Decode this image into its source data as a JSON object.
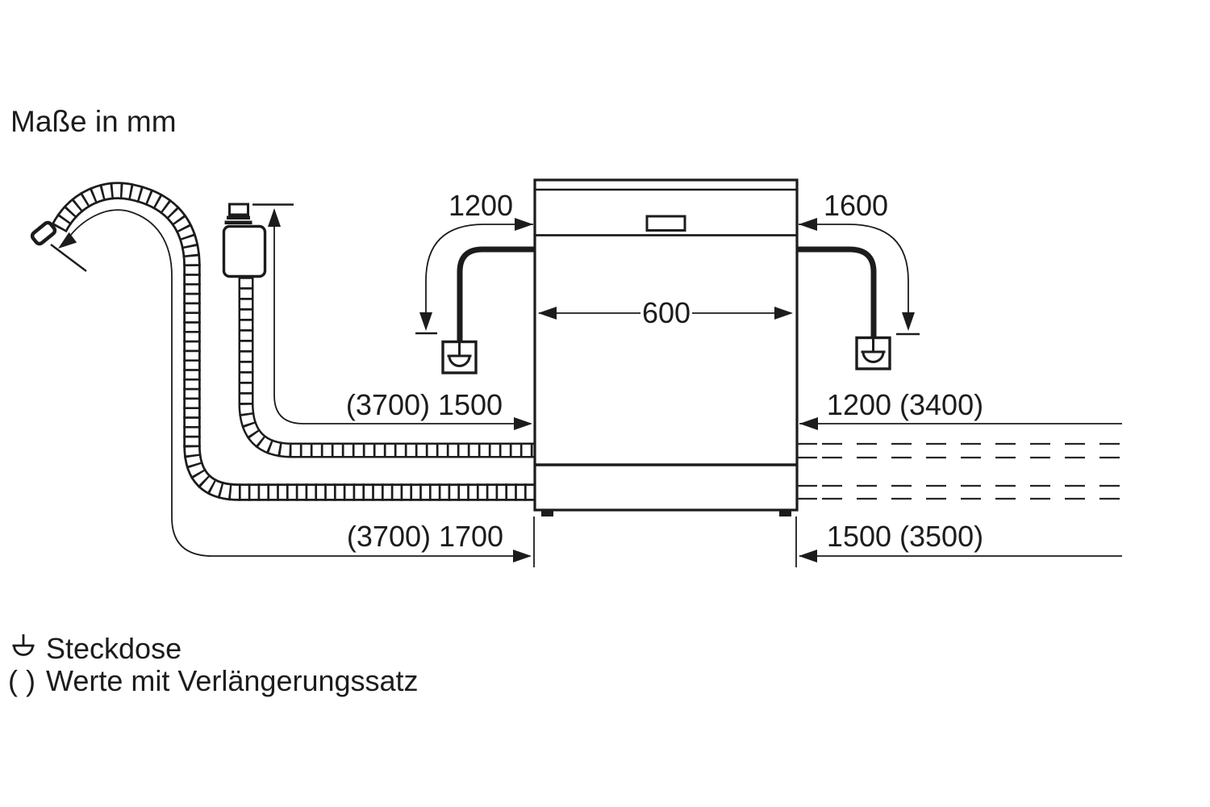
{
  "title": "Maße in mm",
  "diagram": {
    "appliance": "dishwasher-front-view",
    "dims": {
      "cord_left": "1200",
      "cord_right": "1600",
      "appliance_width": "600",
      "supply_hose_left": "(3700) 1500",
      "hose_right_top": "1200 (3400)",
      "drain_hose_left": "(3700) 1700",
      "hose_right_bottom": "1500 (3500)"
    },
    "icons": {
      "socket": "socket-icon",
      "drain_hose": "corrugated-hose-icon",
      "aquastop": "aquastop-valve-icon"
    }
  },
  "legend": {
    "socket_label": "Steckdose",
    "extension_prefix": "( )",
    "extension_label": "Werte mit Verlängerungssatz"
  },
  "colors": {
    "line": "#1c1c1c",
    "background": "#ffffff"
  }
}
